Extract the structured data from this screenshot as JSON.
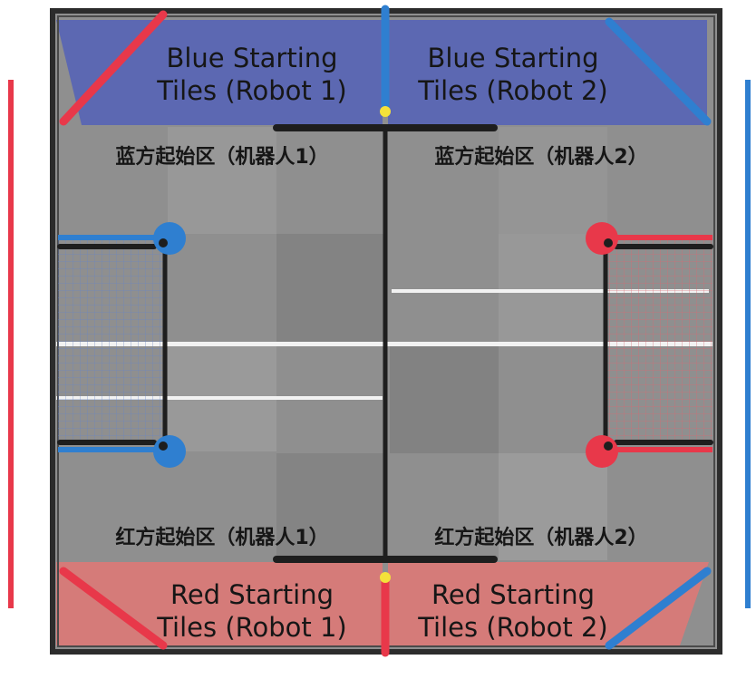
{
  "zones": {
    "blue_robot1": "Blue Starting\nTiles (Robot 1)",
    "blue_robot2": "Blue Starting\nTiles (Robot 2)",
    "red_robot1": "Red Starting\nTiles (Robot 1)",
    "red_robot2": "Red Starting\nTiles (Robot 2)"
  },
  "zones_cn": {
    "blue_robot1": "蓝方起始区（机器人1）",
    "blue_robot2": "蓝方起始区（机器人2）",
    "red_robot1": "红方起始区（机器人1）",
    "red_robot2": "红方起始区（机器人2）"
  },
  "colors": {
    "blue_alliance": "#2f7fd0",
    "red_alliance": "#e8384a",
    "blue_zone_fill": "#5a66b4",
    "red_zone_fill": "#d97a78",
    "field_mat": "#8f8f8f",
    "frame": "#2c2c2c",
    "center_marker": "#f4e23a"
  },
  "icons": {
    "goal_left": "blue-goal-net",
    "goal_right": "red-goal-net",
    "center_marker": "yellow-center-dot"
  }
}
